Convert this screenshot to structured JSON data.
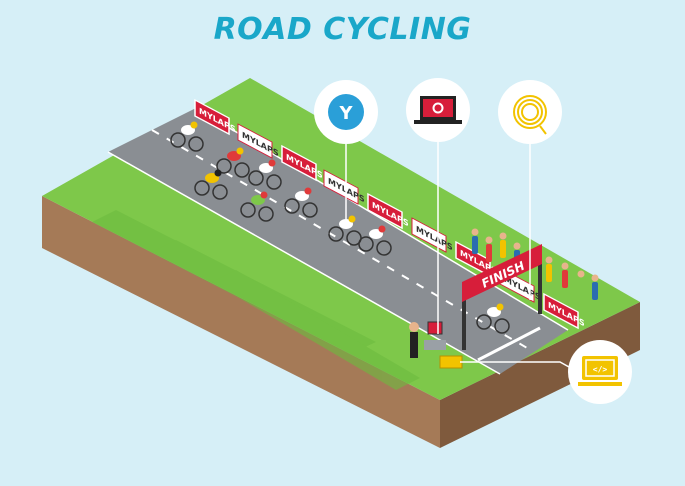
{
  "title": "ROAD CYCLING",
  "sponsor": "MYLAPS",
  "finish_label": "FINISH",
  "icons": {
    "app": "mylaps-app-icon",
    "computer": "laptop-settings-icon",
    "cable": "cable-loop-icon",
    "code": "code-laptop-icon"
  },
  "colors": {
    "background": "#d6eff7",
    "title": "#1aa7c9",
    "grass": "#7ec84a",
    "grass_dark": "#63b13a",
    "soil": "#a57a57",
    "soil_dark": "#7f5a3d",
    "road": "#8a8e93",
    "banner_red": "#d71e3a",
    "icon_blue": "#2a9fd8",
    "icon_yellow": "#f2c300"
  }
}
